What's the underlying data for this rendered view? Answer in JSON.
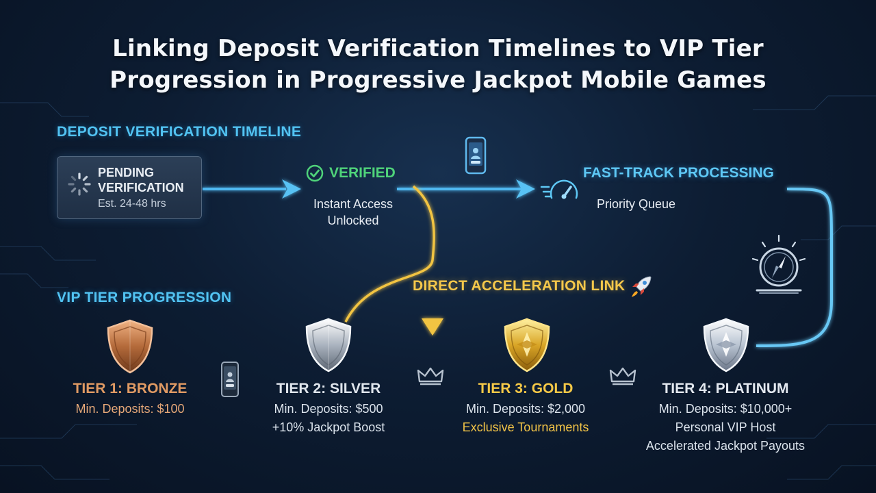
{
  "title": {
    "line1": "Linking Deposit Verification Timelines to VIP Tier",
    "line2": "Progression in Progressive Jackpot Mobile Games"
  },
  "timeline": {
    "label": "DEPOSIT VERIFICATION TIMELINE",
    "pending": {
      "line1": "PENDING",
      "line2": "VERIFICATION",
      "estimate": "Est. 24-48 hrs",
      "icon": "loading-spinner-icon"
    },
    "verified": {
      "title": "VERIFIED",
      "line1": "Instant Access",
      "line2": "Unlocked",
      "icon": "check-circle-icon"
    },
    "fasttrack": {
      "title": "FAST-TRACK PROCESSING",
      "sub": "Priority Queue",
      "icon": "speedometer-icon"
    }
  },
  "acceleration": {
    "label": "DIRECT ACCELERATION LINK",
    "icon": "rocket-icon"
  },
  "vip": {
    "label": "VIP TIER PROGRESSION",
    "tiers": [
      {
        "name": "TIER 1: BRONZE",
        "lines": [
          "Min. Deposits: $100"
        ]
      },
      {
        "name": "TIER 2: SILVER",
        "lines": [
          "Min. Deposits: $500",
          "+10% Jackpot Boost"
        ]
      },
      {
        "name": "TIER 3: GOLD",
        "lines": [
          "Min. Deposits: $2,000",
          "Exclusive Tournaments"
        ]
      },
      {
        "name": "TIER 4: PLATINUM",
        "lines": [
          "Min. Deposits: $10,000+",
          "Personal VIP Host",
          "Accelerated Jackpot Payouts"
        ]
      }
    ]
  },
  "colors": {
    "accent_blue": "#52c3f2",
    "gold": "#f5c84b",
    "verified_green": "#4fd37a",
    "bronze": "#e09a63"
  }
}
